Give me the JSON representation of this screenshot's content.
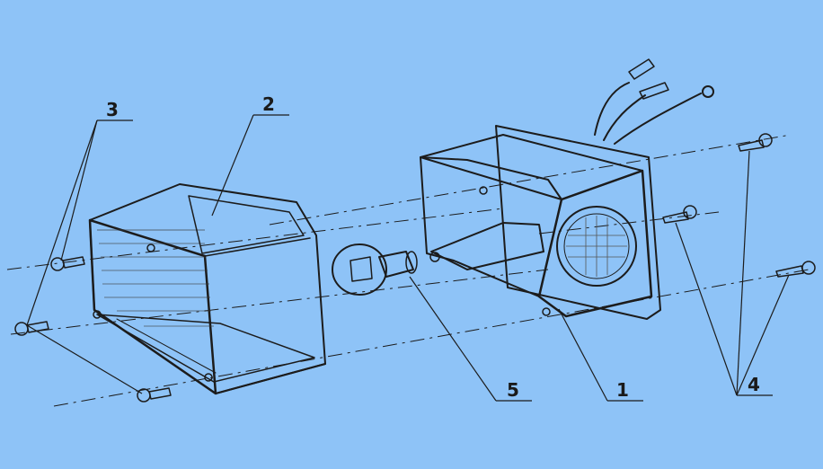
{
  "callouts": {
    "housing": "1",
    "lens": "2",
    "lens_screws": "3",
    "housing_screws": "4",
    "bulb": "5"
  },
  "colors": {
    "background": "#8ec3f7",
    "ink": "#1c1c1c",
    "lens_fill": "#f4efe6",
    "housing_dark": "#4a3f38"
  }
}
